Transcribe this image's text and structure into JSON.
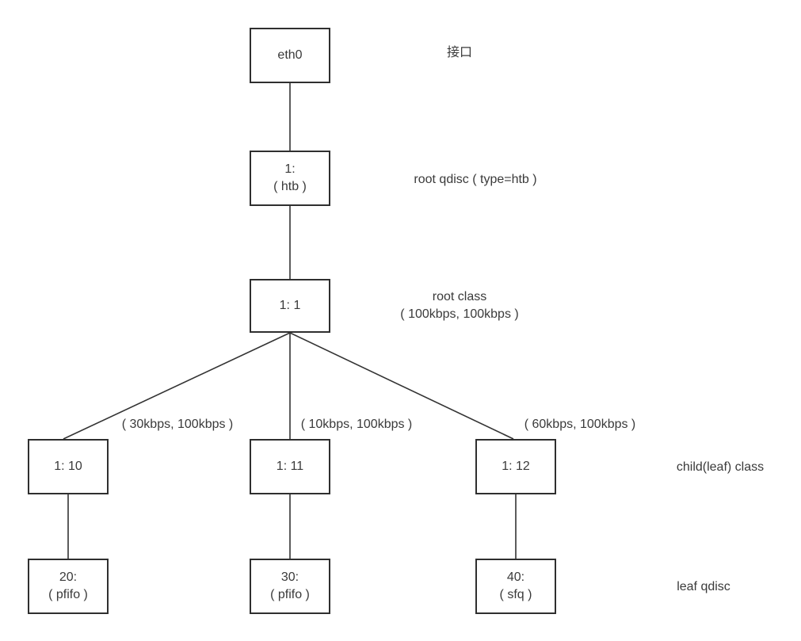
{
  "colors": {
    "background": "#ffffff",
    "line": "#333333",
    "border": "#2f2f2f",
    "text": "#3a3a3a"
  },
  "diagram": {
    "nodes": {
      "eth0": {
        "label": "eth0"
      },
      "qdisc_root": {
        "line1": "1:",
        "line2": "( htb )"
      },
      "class_root": {
        "label": "1: 1"
      },
      "class_10": {
        "label": "1: 10"
      },
      "class_11": {
        "label": "1: 11"
      },
      "class_12": {
        "label": "1: 12"
      },
      "qdisc_20": {
        "line1": "20:",
        "line2": "( pfifo )"
      },
      "qdisc_30": {
        "line1": "30:",
        "line2": "( pfifo )"
      },
      "qdisc_40": {
        "line1": "40:",
        "line2": "( sfq )"
      }
    },
    "annotations": {
      "interface": "接口",
      "root_qdisc": "root qdisc ( type=htb )",
      "root_class_line1": "root class",
      "root_class_line2": "( 100kbps, 100kbps )",
      "rate_10": "( 30kbps, 100kbps )",
      "rate_11": "( 10kbps, 100kbps )",
      "rate_12": "( 60kbps, 100kbps )",
      "child_class": "child(leaf) class",
      "leaf_qdisc": "leaf qdisc"
    }
  }
}
